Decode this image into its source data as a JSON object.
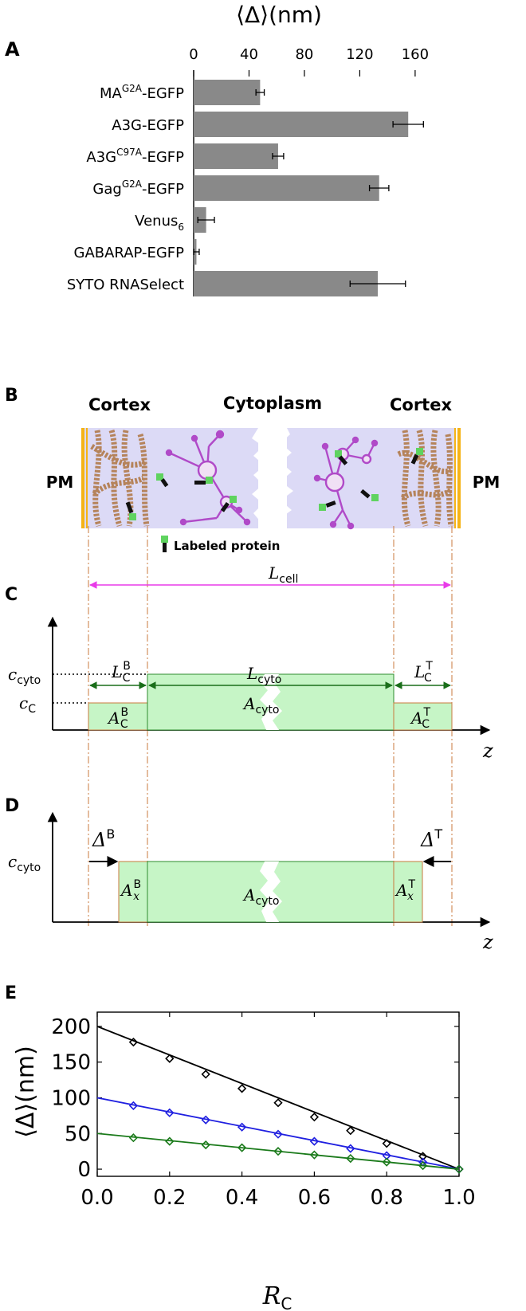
{
  "panels": {
    "A": "A",
    "B": "B",
    "C": "C",
    "D": "D",
    "E": "E"
  },
  "chart_data": [
    {
      "type": "bar",
      "orientation": "horizontal",
      "title": "⟨Δ⟩(nm)",
      "x_ticks": [
        "0",
        "40",
        "80",
        "120",
        "160"
      ],
      "xlim": [
        0,
        190
      ],
      "categories": [
        {
          "base": "MA",
          "sup": "G2A",
          "sub": "",
          "tail": "-EGFP"
        },
        {
          "base": "A3G-EGFP",
          "sup": "",
          "sub": "",
          "tail": ""
        },
        {
          "base": "A3G",
          "sup": "C97A",
          "sub": "",
          "tail": "-EGFP"
        },
        {
          "base": "Gag",
          "sup": "G2A",
          "sub": "",
          "tail": "-EGFP"
        },
        {
          "base": "Venus",
          "sup": "",
          "sub": "6",
          "tail": ""
        },
        {
          "base": "GABARAP-EGFP",
          "sup": "",
          "sub": "",
          "tail": ""
        },
        {
          "base": "SYTO RNASelect",
          "sup": "",
          "sub": "",
          "tail": ""
        }
      ],
      "values": [
        48,
        155,
        61,
        134,
        9,
        2,
        133
      ],
      "errors": [
        3,
        11,
        4,
        7,
        6,
        2,
        20
      ],
      "bar_color": "#898989"
    },
    {
      "type": "line",
      "xlabel": "R",
      "xlabel_sub": "C",
      "ylabel": "⟨Δ⟩(nm)",
      "xlim": [
        0.0,
        1.0
      ],
      "ylim": [
        -10,
        220
      ],
      "x_ticks": [
        "0.0",
        "0.2",
        "0.4",
        "0.6",
        "0.8",
        "1.0"
      ],
      "y_ticks": [
        "0",
        "50",
        "100",
        "150",
        "200"
      ],
      "series": [
        {
          "color": "#000000",
          "line": [
            [
              0,
              200
            ],
            [
              1,
              0
            ]
          ],
          "points": [
            [
              0.1,
              178
            ],
            [
              0.2,
              155
            ],
            [
              0.3,
              133
            ],
            [
              0.4,
              113
            ],
            [
              0.5,
              93
            ],
            [
              0.6,
              73
            ],
            [
              0.7,
              54
            ],
            [
              0.8,
              36
            ],
            [
              0.9,
              18
            ],
            [
              1.0,
              0
            ]
          ]
        },
        {
          "color": "#1f1fe0",
          "line": [
            [
              0,
              100
            ],
            [
              1,
              0
            ]
          ],
          "points": [
            [
              0.1,
              89
            ],
            [
              0.2,
              79
            ],
            [
              0.3,
              69
            ],
            [
              0.4,
              59
            ],
            [
              0.5,
              49
            ],
            [
              0.6,
              39
            ],
            [
              0.7,
              29
            ],
            [
              0.8,
              19
            ],
            [
              0.9,
              10
            ],
            [
              1.0,
              0
            ]
          ]
        },
        {
          "color": "#1a7a1a",
          "line": [
            [
              0,
              50
            ],
            [
              1,
              0
            ]
          ],
          "points": [
            [
              0.1,
              44
            ],
            [
              0.2,
              39
            ],
            [
              0.3,
              34
            ],
            [
              0.4,
              30
            ],
            [
              0.5,
              25
            ],
            [
              0.6,
              20
            ],
            [
              0.7,
              15
            ],
            [
              0.8,
              10
            ],
            [
              0.9,
              5
            ],
            [
              1.0,
              0
            ]
          ]
        }
      ]
    }
  ],
  "diagram_B": {
    "cortex_left": "Cortex",
    "cytoplasm": "Cytoplasm",
    "cortex_right": "Cortex",
    "pm_left": "PM",
    "pm_right": "PM",
    "legend": "Labeled protein",
    "colors": {
      "membrane": "#f5b316",
      "cytoplasm": "#dcdaf6",
      "actin": "#b5835a",
      "protein": "#5fd35f",
      "rna": "#b04ac8"
    }
  },
  "diagram_C": {
    "L_cell": "L",
    "L_cell_sub": "cell",
    "L_C_B": "L",
    "L_C_B_sub": "C",
    "L_C_B_sup": "B",
    "L_cyto": "L",
    "L_cyto_sub": "cyto",
    "L_C_T": "L",
    "L_C_T_sub": "C",
    "L_C_T_sup": "T",
    "c_cyto": "c",
    "c_cyto_sub": "cyto",
    "c_C": "c",
    "c_C_sub": "C",
    "A_C_B": "A",
    "A_C_B_sub": "C",
    "A_C_B_sup": "B",
    "A_cyto": "A",
    "A_cyto_sub": "cyto",
    "A_C_T": "A",
    "A_C_T_sub": "C",
    "A_C_T_sup": "T",
    "z": "z",
    "colors": {
      "fill": "#c6f5c6",
      "edge": "#2e8b2e",
      "dimension": "#1a6e1a",
      "cell": "#e83ae8",
      "guide": "#c87a3e"
    }
  },
  "diagram_D": {
    "delta_B": "Δ",
    "delta_B_sup": "B",
    "delta_T": "Δ",
    "delta_T_sup": "T",
    "c_cyto": "c",
    "c_cyto_sub": "cyto",
    "A_x_B": "A",
    "A_x_B_sub": "x",
    "A_x_B_sup": "B",
    "A_cyto": "A",
    "A_cyto_sub": "cyto",
    "A_x_T": "A",
    "A_x_T_sub": "x",
    "A_x_T_sup": "T",
    "z": "z"
  }
}
